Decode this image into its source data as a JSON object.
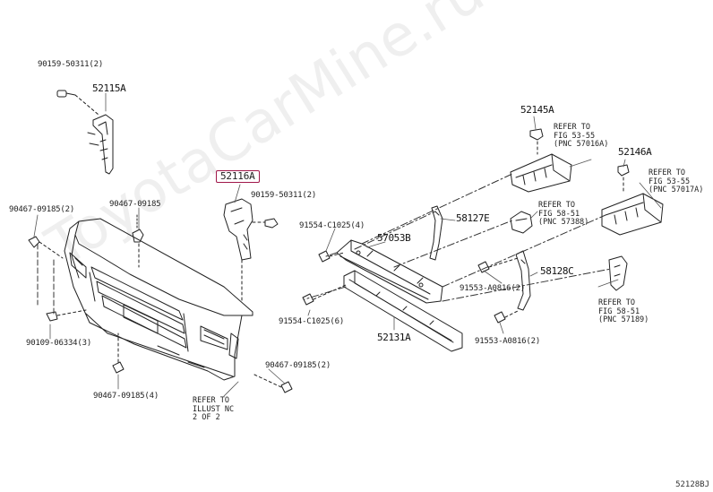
{
  "watermark": "ToyotaCarMine.ru",
  "diagram_code": "52128BJ",
  "callouts": {
    "bolt_top_left": "90159-50311(2)",
    "bracket_left": "52115A",
    "highlighted": "52116A",
    "bolt_mid": "90159-50311(2)",
    "clip_left_upper": "90467-09185(2)",
    "clip_left_mid": "90467-09185",
    "screw_left": "90109-06334(3)",
    "clip_bottom_left": "90467-09185(4)",
    "clip_bottom_right": "90467-09185(2)",
    "bolt_upper_center": "91554-C1025(4)",
    "bolt_lower_center": "91554-C1025(6)",
    "reinforcement_bracket": "57053B",
    "reinforcement": "52131A",
    "stay_upper": "58127E",
    "stay_lower": "58128C",
    "bolt_right_upper": "91553-A0816(2)",
    "bolt_right_lower": "91553-A0816(2)",
    "bracket_top": "52145A",
    "bracket_right": "52146A"
  },
  "refs": {
    "fig1": [
      "REFER TO",
      "FIG 53-55",
      "(PNC 57016A)"
    ],
    "fig2": [
      "REFER TO",
      "FIG 53-55",
      "(PNC 57017A)"
    ],
    "fig3": [
      "REFER TO",
      "FIG 58-51",
      "(PNC 57388)"
    ],
    "fig4": [
      "REFER TO",
      "FIG 58-51",
      "(PNC 57189)"
    ],
    "illust": [
      "REFER TO",
      "ILLUST NC",
      "2 OF 2"
    ]
  }
}
